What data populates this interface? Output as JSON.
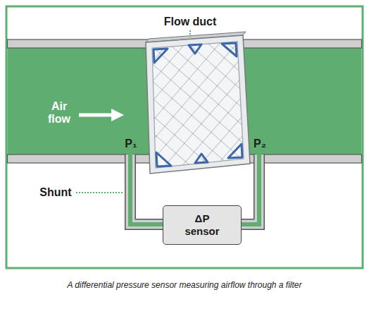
{
  "diagram": {
    "caption": "A differential pressure sensor measuring airflow through a filter",
    "nodes": [
      {
        "text": [
          "ΔP sensor"
        ]
      }
    ],
    "labels": [
      "Flow duct",
      "Air flow",
      "P₁",
      "P₂",
      "Shunt"
    ]
  }
}
